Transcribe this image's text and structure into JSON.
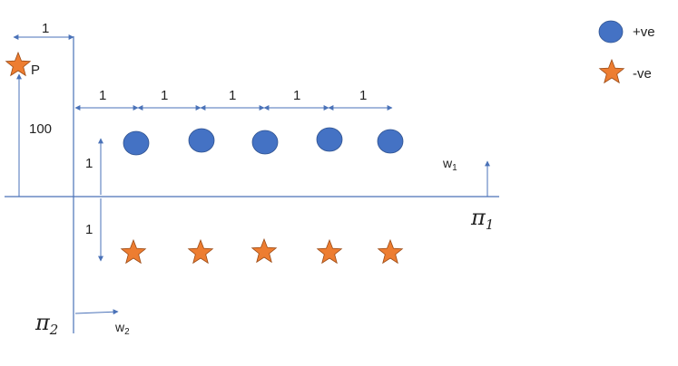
{
  "colors": {
    "positive": "#4472C4",
    "negative": "#ED7D31",
    "axis": "#4a72b8",
    "text": "#222222"
  },
  "legend": {
    "positive_label": "+ve",
    "negative_label": "-ve"
  },
  "labels": {
    "p": "P",
    "hundred": "100",
    "unit": "1",
    "pi1_symbol": "π",
    "pi1_sub": "1",
    "pi2_symbol": "π",
    "pi2_sub": "2",
    "w1": "w",
    "w1_sub": "1",
    "w2": "w",
    "w2_sub": "2"
  },
  "points": {
    "positive_count": 5,
    "negative_count": 5,
    "spacing": "1",
    "vertical_offset": "1"
  }
}
